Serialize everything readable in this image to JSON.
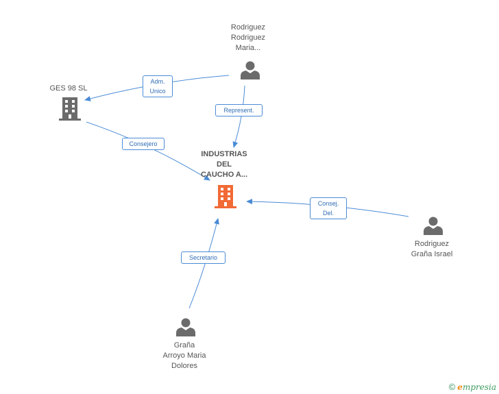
{
  "nodes": {
    "center": {
      "lines": [
        "INDUSTRIAS",
        "DEL",
        "CAUCHO A..."
      ],
      "color": "#f26a35"
    },
    "ges98": {
      "lines": [
        "GES 98 SL"
      ],
      "color": "#6b6b6b"
    },
    "rodriguez_maria": {
      "lines": [
        "Rodriguez",
        "Rodriguez",
        "Maria..."
      ]
    },
    "rodriguez_israel": {
      "lines": [
        "Rodriguez",
        "Graña Israel"
      ]
    },
    "grana_dolores": {
      "lines": [
        "Graña",
        "Arroyo Maria",
        "Dolores"
      ]
    }
  },
  "edges": {
    "adm_unico": [
      "Adm.",
      "Unico"
    ],
    "represent": [
      "Represent."
    ],
    "consejero": [
      "Consejero"
    ],
    "consej_del": [
      "Consej.",
      "Del."
    ],
    "secretario": [
      "Secretario"
    ]
  },
  "colors": {
    "edge": "#4a8bd6",
    "person": "#6b6b6b",
    "company": "#6b6b6b",
    "center": "#f26a35"
  },
  "watermark": {
    "symbol": "©",
    "brand_initial": "e",
    "brand_rest": "mpresia"
  }
}
